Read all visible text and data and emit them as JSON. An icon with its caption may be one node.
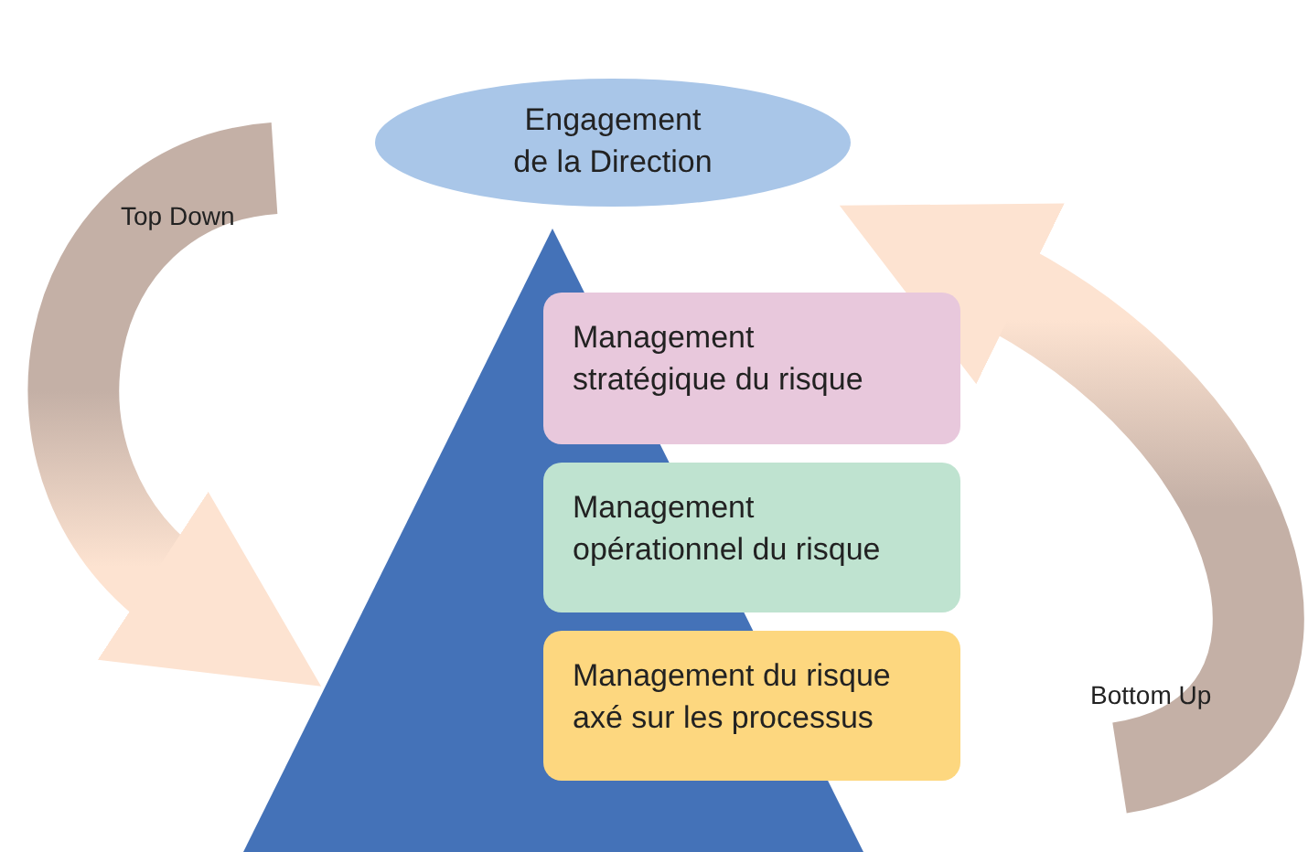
{
  "diagram": {
    "nodes": [
      {
        "text": [
          "Engagement de la Direction"
        ]
      },
      {
        "text": [],
        "shape": "triangle"
      },
      {
        "text": [
          "Management stratégique du risque"
        ]
      },
      {
        "text": [
          "Management opérationnel du risque"
        ]
      },
      {
        "text": [
          "Management du risque axé sur les processus"
        ]
      }
    ],
    "labels": [
      "Top Down",
      "Bottom Up"
    ]
  }
}
